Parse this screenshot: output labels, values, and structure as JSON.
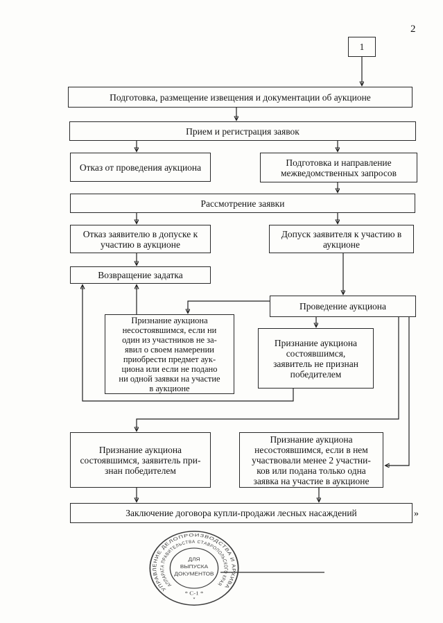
{
  "page": {
    "number": "2",
    "closing_quote": "»"
  },
  "flowchart": {
    "nodes": {
      "start": "1",
      "prepare_notice": "Подготовка, размещение извещения и документации об аукционе",
      "accept_register": "Прием и регистрация заявок",
      "refuse_auction": "Отказ от проведения аукциона",
      "interagency": "Подготовка и направление\nмежведомственных запросов",
      "review": "Рассмотрение заявки",
      "deny_admission": "Отказ заявителю в допуске к\nучастию в аукционе",
      "admit": "Допуск заявителя к участию в\nаукционе",
      "return_deposit": "Возвращение задатка",
      "conduct": "Проведение аукциона",
      "failed_no_bids": "Признание аукциона\nнесостоявшимся, если ни\nодин из участников не за-\nявил о своем намерении\nприобрести предмет аук-\nциона или если не подано\nни одной заявки на участие\nв аукционе",
      "valid_not_winner": "Признание аукциона\nсостоявшимся,\nзаявитель не признан\nпобедителем",
      "valid_winner": "Признание аукциона\nсостоявшимся, заявитель при-\nзнан победителем",
      "failed_few_participants": "Признание аукциона\nнесостоявшимся, если в нем\nучаствовали менее 2 участни-\nков или подана только одна\nзаявка на участие в аукционе",
      "contract": "Заключение договора купли-продажи лесных насаждений"
    }
  },
  "stamp": {
    "outer_ring": "УПРАВЛЕНИЕ  ДЕЛОПРОИЗВОДСТВА  И  АРХИВА",
    "inner_ring": "АППАРАТА ПРАВИТЕЛЬСТВА СТАВРОПОЛЬСКОГО КРАЯ",
    "center_line1": "ДЛЯ",
    "center_line2": "ВЫПУСКА",
    "center_line3": "ДОКУМЕНТОВ",
    "code": "*  С-1  *",
    "bottom_mark": "*"
  },
  "colors": {
    "ink": "#1e1e1e",
    "stamp_ink": "#3d3d3d",
    "paper": "#fdfdfb"
  }
}
